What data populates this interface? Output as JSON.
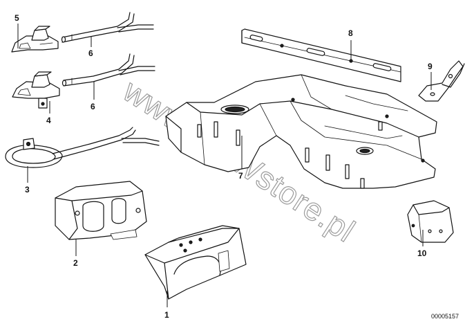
{
  "diagram": {
    "drawing_number": "00005157",
    "watermark": "www.BMWstore.pl",
    "callouts": [
      "1",
      "2",
      "3",
      "4",
      "5",
      "6",
      "6",
      "7",
      "8",
      "9",
      "10"
    ]
  }
}
